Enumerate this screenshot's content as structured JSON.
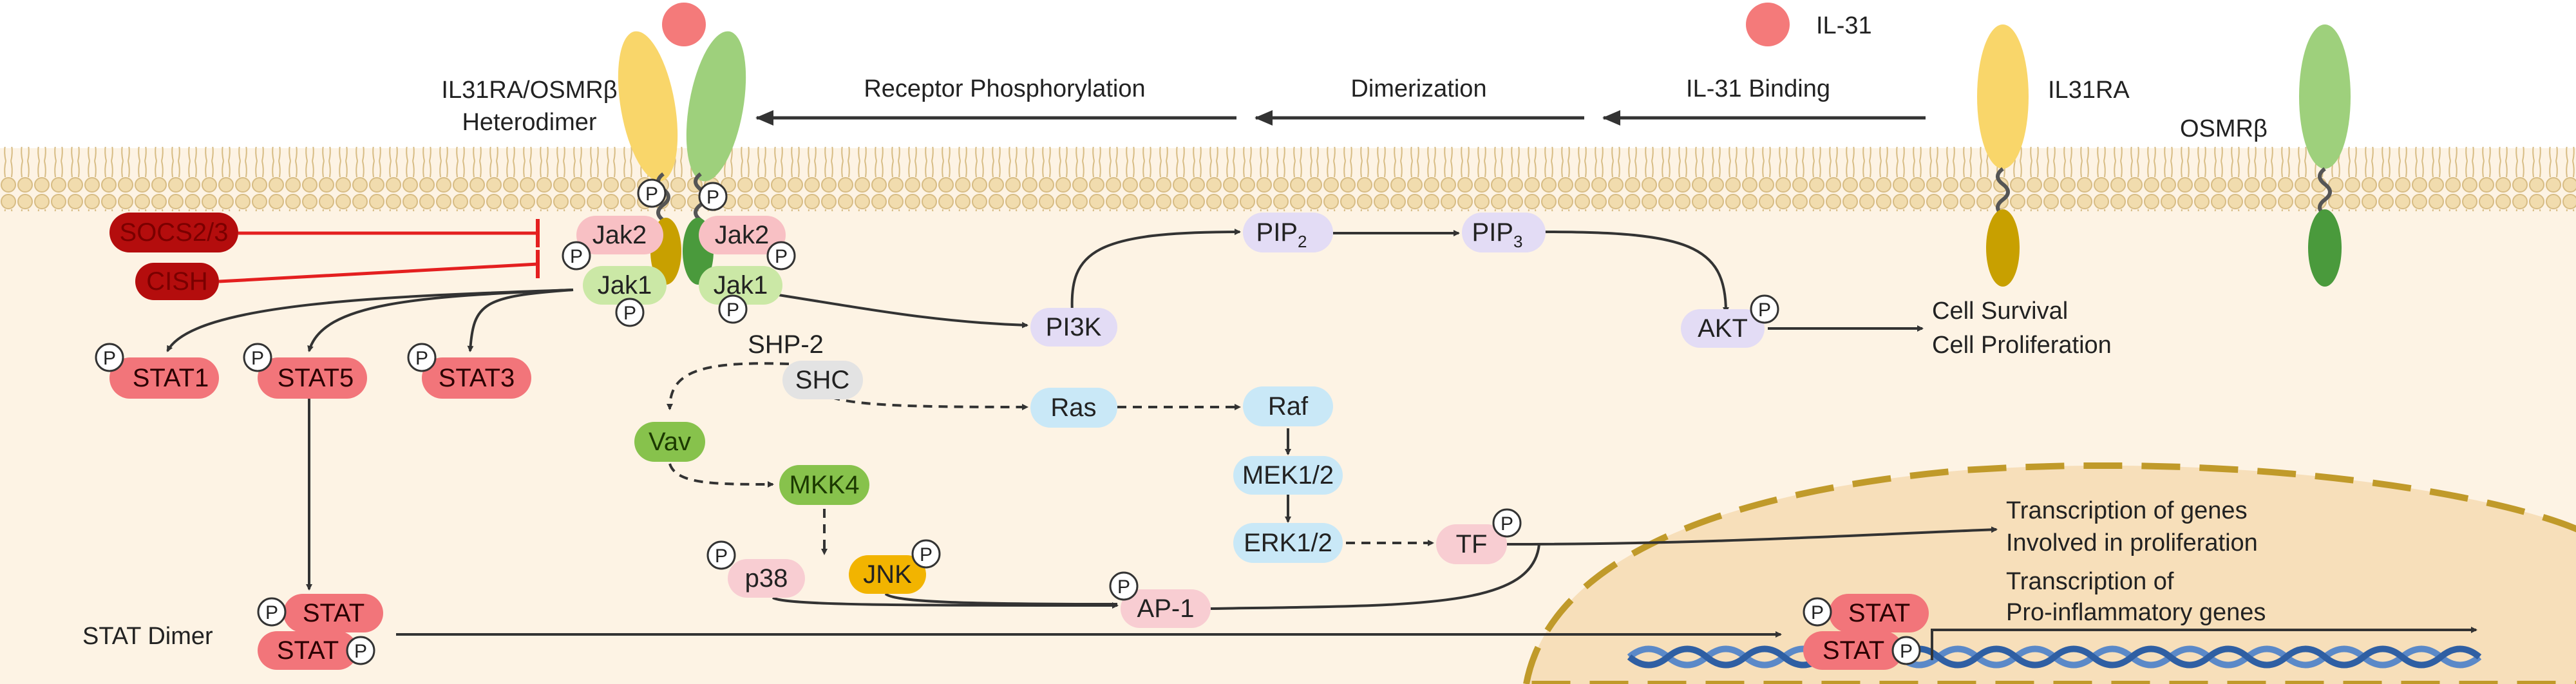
{
  "colors": {
    "background": "#fdf3e4",
    "nucleus": "#f7dfba",
    "nucleus_border": "#c09a2a",
    "arrow": "#333333",
    "inhibit": "#e41f1f",
    "il31": "#f47a7a",
    "receptor_yellow": "#f9d66a",
    "receptor_green": "#9ed07c",
    "stat": "#f2757a",
    "jak2": "#f8c0c4",
    "jak1": "#cbe8a6",
    "pi3k": "#e3dcf5",
    "mapk": "#c9e8f7",
    "vav": "#87c24c",
    "jnk": "#f2b400",
    "p38": "#f8cdd2",
    "shc": "#e3e3e3",
    "socs": "#b40d0d",
    "dna": "#5b89c8"
  },
  "labels": {
    "il31_legend": "IL-31",
    "il31ra": "IL31RA",
    "osmrb": "OSMRβ",
    "heterodimer_line1": "IL31RA/OSMRβ",
    "heterodimer_line2": "Heterodimer",
    "step_receptor_phos": "Receptor Phosphorylation",
    "step_dimerization": "Dimerization",
    "step_binding": "IL-31 Binding",
    "stat_dimer": "STAT Dimer",
    "cell_survival": "Cell Survival",
    "cell_proliferation": "Cell Proliferation",
    "transcription1_line1": "Transcription of genes",
    "transcription1_line2": "Involved in proliferation",
    "transcription2_line1": "Transcription of",
    "transcription2_line2": "Pro-inflammatory genes"
  },
  "nodes": {
    "socs": "SOCS2/3",
    "cish": "CISH",
    "jak2_left": "Jak2",
    "jak2_right": "Jak2",
    "jak1_left": "Jak1",
    "jak1_right": "Jak1",
    "stat1": "STAT1",
    "stat5": "STAT5",
    "stat3": "STAT3",
    "shp2": "SHP-2",
    "shc": "SHC",
    "vav": "Vav",
    "mkk4": "MKK4",
    "p38": "p38",
    "jnk": "JNK",
    "ap1": "AP-1",
    "pi3k": "PI3K",
    "pip2": "PIP",
    "pip2_sub": "2",
    "pip3": "PIP",
    "pip3_sub": "3",
    "akt": "AKT",
    "ras": "Ras",
    "raf": "Raf",
    "mek": "MEK1/2",
    "erk": "ERK1/2",
    "tf": "TF",
    "stat_dimer_top": "STAT",
    "stat_dimer_bottom": "STAT",
    "stat_nuc_top": "STAT",
    "stat_nuc_bottom": "STAT"
  },
  "phospho_symbol": "P"
}
